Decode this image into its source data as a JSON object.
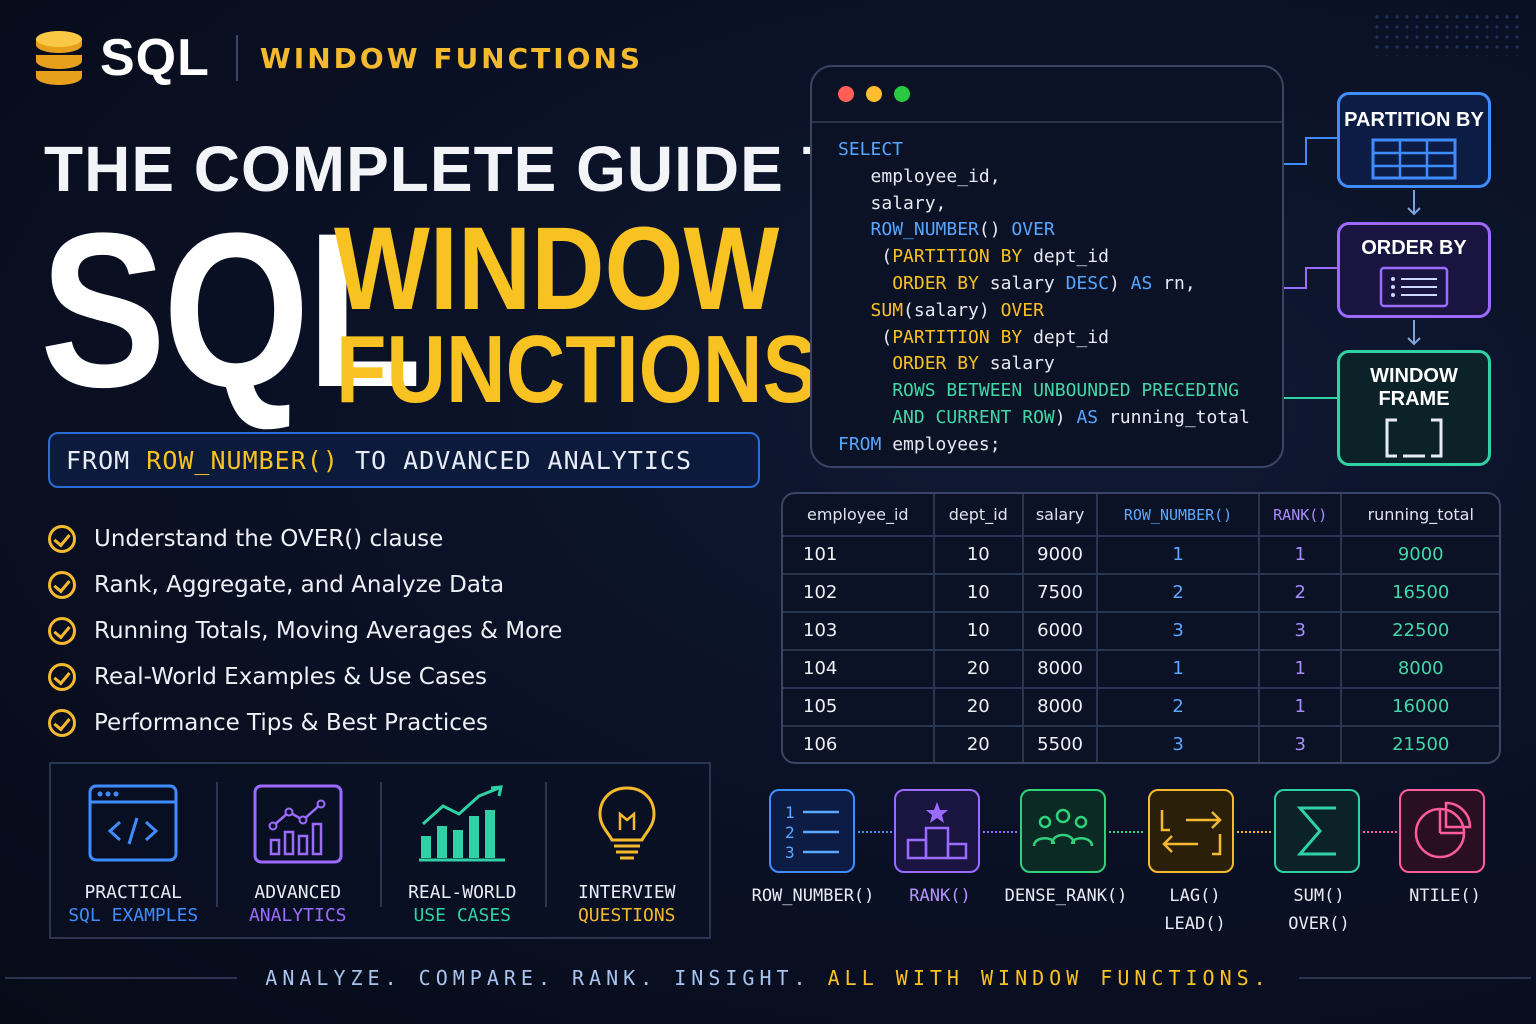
{
  "header": {
    "brand": "SQL",
    "subtitle": "WINDOW FUNCTIONS",
    "icon": "database-icon"
  },
  "hero": {
    "line1": "THE COMPLETE GUIDE TO",
    "sql": "SQL",
    "window": "WINDOW",
    "functions": "FUNCTIONS",
    "tagline_prefix": "FROM ",
    "tagline_highlight": "ROW_NUMBER()",
    "tagline_suffix": " TO ADVANCED ANALYTICS"
  },
  "features": [
    "Understand the OVER() clause",
    "Rank, Aggregate, and Analyze Data",
    "Running Totals, Moving Averages & More",
    "Real-World Examples & Use Cases",
    "Performance Tips & Best Practices"
  ],
  "cards": [
    {
      "line1": "PRACTICAL",
      "line2": "SQL EXAMPLES",
      "color": "#3f8cff",
      "icon": "code-window-icon"
    },
    {
      "line1": "ADVANCED",
      "line2": "ANALYTICS",
      "color": "#9b6bff",
      "icon": "analytics-chart-icon"
    },
    {
      "line1": "REAL-WORLD",
      "line2": "USE CASES",
      "color": "#2fd2a4",
      "icon": "bar-growth-icon"
    },
    {
      "line1": "INTERVIEW",
      "line2": "QUESTIONS",
      "color": "#f5b92e",
      "icon": "lightbulb-icon"
    }
  ],
  "code": {
    "l1": "SELECT",
    "l2": "employee_id,",
    "l3": "salary,",
    "l4a": "ROW_NUMBER",
    "l4b": "() ",
    "l4c": "OVER",
    "l5a": "(",
    "l5b": "PARTITION BY",
    "l5c": " dept_id",
    "l6a": "ORDER BY",
    "l6b": " salary ",
    "l6c": "DESC",
    "l6d": ") ",
    "l6e": "AS",
    "l6f": " rn,",
    "l7a": "SUM",
    "l7b": "(salary) ",
    "l7c": "OVER",
    "l8a": "(",
    "l8b": "PARTITION BY",
    "l8c": " dept_id",
    "l9a": "ORDER BY",
    "l9b": " salary",
    "l10": "ROWS BETWEEN UNBOUNDED PRECEDING",
    "l11a": "AND CURRENT ROW",
    "l11b": ") ",
    "l11c": "AS",
    "l11d": " running_total",
    "l12a": "FROM",
    "l12b": " employees;"
  },
  "flow": [
    {
      "title": "PARTITION BY",
      "color": "#3f8cff",
      "icon": "grid-table-icon"
    },
    {
      "title": "ORDER BY",
      "color": "#9b6bff",
      "icon": "ordered-list-icon"
    },
    {
      "title": "WINDOW\nFRAME",
      "title_l1": "WINDOW",
      "title_l2": "FRAME",
      "color": "#2fd2a4",
      "icon": "frame-bracket-icon"
    }
  ],
  "table": {
    "headers": [
      "employee_id",
      "dept_id",
      "salary",
      "ROW_NUMBER()",
      "RANK()",
      "running_total"
    ],
    "rows": [
      [
        "101",
        "10",
        "9000",
        "1",
        "1",
        "9000"
      ],
      [
        "102",
        "10",
        "7500",
        "2",
        "2",
        "16500"
      ],
      [
        "103",
        "10",
        "6000",
        "3",
        "3",
        "22500"
      ],
      [
        "104",
        "20",
        "8000",
        "1",
        "1",
        "8000"
      ],
      [
        "105",
        "20",
        "8000",
        "2",
        "1",
        "16000"
      ],
      [
        "106",
        "20",
        "5500",
        "3",
        "3",
        "21500"
      ]
    ]
  },
  "functions": [
    {
      "l1": "ROW_NUMBER()",
      "l2": "",
      "color": "#3f8cff",
      "label_color": "#e8ecf5",
      "icon": "numbered-list-icon"
    },
    {
      "l1": "RANK()",
      "l2": "",
      "color": "#9b6bff",
      "label_color": "#b794ff",
      "icon": "podium-icon"
    },
    {
      "l1": "DENSE_RANK()",
      "l2": "",
      "color": "#2fd27a",
      "label_color": "#e8ecf5",
      "icon": "group-icon"
    },
    {
      "l1": "LAG()",
      "l2": "LEAD()",
      "color": "#f5b92e",
      "label_color": "#e8ecf5",
      "icon": "swap-arrows-icon"
    },
    {
      "l1": "SUM()",
      "l2": "OVER()",
      "color": "#2fd2a4",
      "label_color": "#e8ecf5",
      "icon": "sigma-icon"
    },
    {
      "l1": "NTILE()",
      "l2": "",
      "color": "#ff5c9a",
      "label_color": "#e8ecf5",
      "icon": "pie-chart-icon"
    }
  ],
  "footer": {
    "part1": "ANALYZE. COMPARE. RANK. INSIGHT. ",
    "part2": "ALL WITH WINDOW FUNCTIONS."
  }
}
